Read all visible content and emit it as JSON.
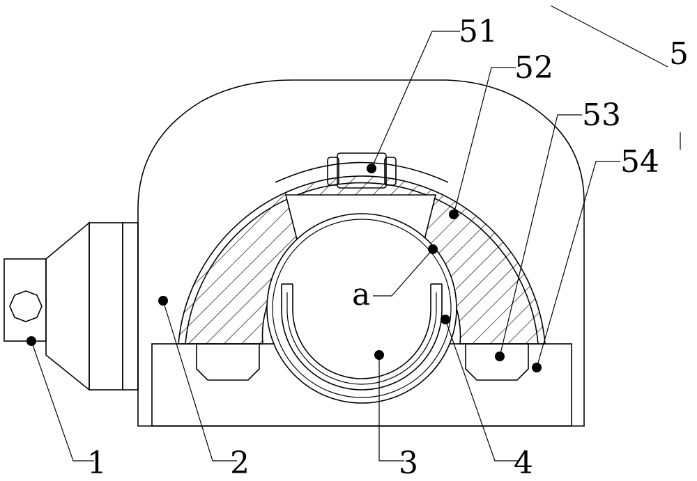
{
  "labels": {
    "l1": "1",
    "l2": "2",
    "l3": "3",
    "l4": "4",
    "l5": "5",
    "l51": "51",
    "l52": "52",
    "l53": "53",
    "l54": "54",
    "la": "a"
  },
  "colors": {
    "stroke": "#000000",
    "background": "#ffffff"
  }
}
